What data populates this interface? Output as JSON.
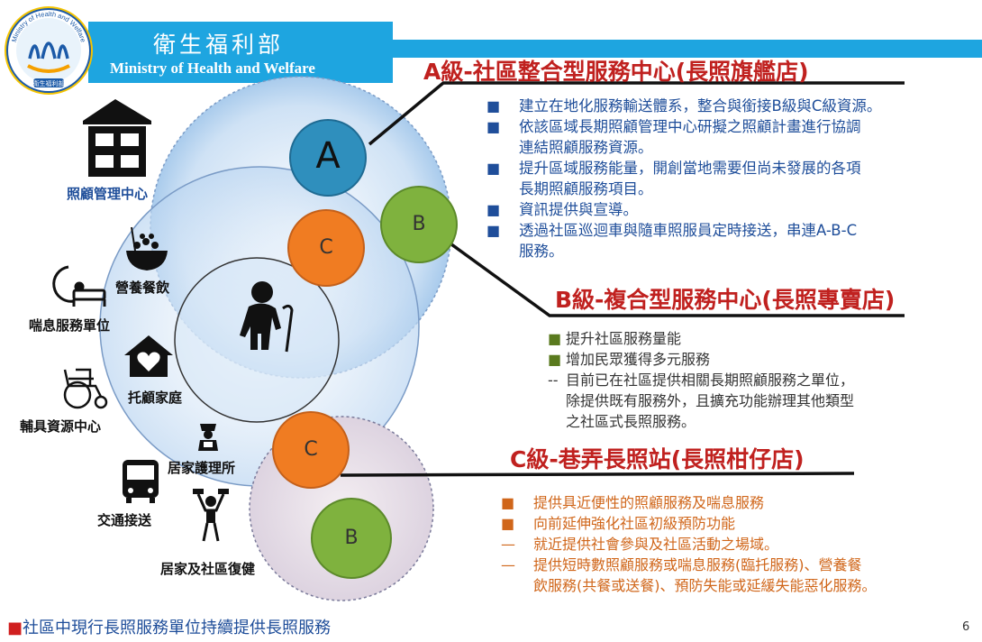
{
  "header": {
    "ministry_zh": "衛生福利部",
    "ministry_en": "Ministry of Health and Welfare",
    "logo_top_text": "Ministry of Health and Welfare",
    "logo_bottom_text": "衛生福利部"
  },
  "diagram": {
    "circle_a": "A",
    "circle_b1": "B",
    "circle_c1": "C",
    "circle_c2": "C",
    "circle_b2": "B"
  },
  "services": {
    "care_center": "照顧管理中心",
    "nutrition": "營養餐飲",
    "respite": "喘息服務單位",
    "foster_family": "托顧家庭",
    "assistive": "輔具資源中心",
    "home_nursing": "居家護理所",
    "transport": "交通接送",
    "rehab": "居家及社區復健"
  },
  "level_a": {
    "title": "A級-社區整合型服務中心(長照旗艦店)",
    "items": [
      {
        "marker": "■",
        "lines": [
          "建立在地化服務輸送體系，整合與銜接B級與C級資源。"
        ]
      },
      {
        "marker": "■",
        "lines": [
          "依該區域長期照顧管理中心研擬之照顧計畫進行協調",
          "連結照顧服務資源。"
        ]
      },
      {
        "marker": "■",
        "lines": [
          "提升區域服務能量，開創當地需要但尚未發展的各項",
          "長期照顧服務項目。"
        ]
      },
      {
        "marker": "■",
        "lines": [
          "資訊提供與宣導。"
        ]
      },
      {
        "marker": "■",
        "lines": [
          "透過社區巡迴車與隨車照服員定時接送，串連A-B-C",
          "服務。"
        ]
      }
    ]
  },
  "level_b": {
    "title": "B級-複合型服務中心(長照專賣店)",
    "items": [
      {
        "marker": "■",
        "lines": [
          "提升社區服務量能"
        ]
      },
      {
        "marker": "■",
        "lines": [
          "增加民眾獲得多元服務"
        ]
      },
      {
        "marker": "--",
        "lines": [
          "目前已在社區提供相關長期照顧服務之單位，",
          "除提供既有服務外，且擴充功能辦理其他類型",
          "之社區式長照服務。"
        ]
      }
    ]
  },
  "level_c": {
    "title": "C級-巷弄長照站(長照柑仔店)",
    "items": [
      {
        "marker": "■",
        "lines": [
          "提供具近便性的照顧服務及喘息服務"
        ]
      },
      {
        "marker": "■",
        "lines": [
          "向前延伸強化社區初級預防功能"
        ]
      },
      {
        "marker": "—",
        "lines": [
          "就近提供社會參與及社區活動之場域。"
        ]
      },
      {
        "marker": "—",
        "lines": [
          "提供短時數照顧服務或喘息服務(臨托服務)、營養餐",
          "飲服務(共餐或送餐)、預防失能或延緩失能惡化服務。"
        ]
      }
    ]
  },
  "footer": {
    "marker": "■",
    "note": "社區中現行長照服務單位持續提供長照服務",
    "page_number": "6"
  },
  "colors": {
    "header_blue": "#1ea5e0",
    "title_red": "#c0211f",
    "list_a_blue": "#1f4e9a",
    "list_c_orange": "#d0661a",
    "circle_a": "#2f8fbd",
    "circle_b": "#7fb23e",
    "circle_c": "#f07c22"
  }
}
